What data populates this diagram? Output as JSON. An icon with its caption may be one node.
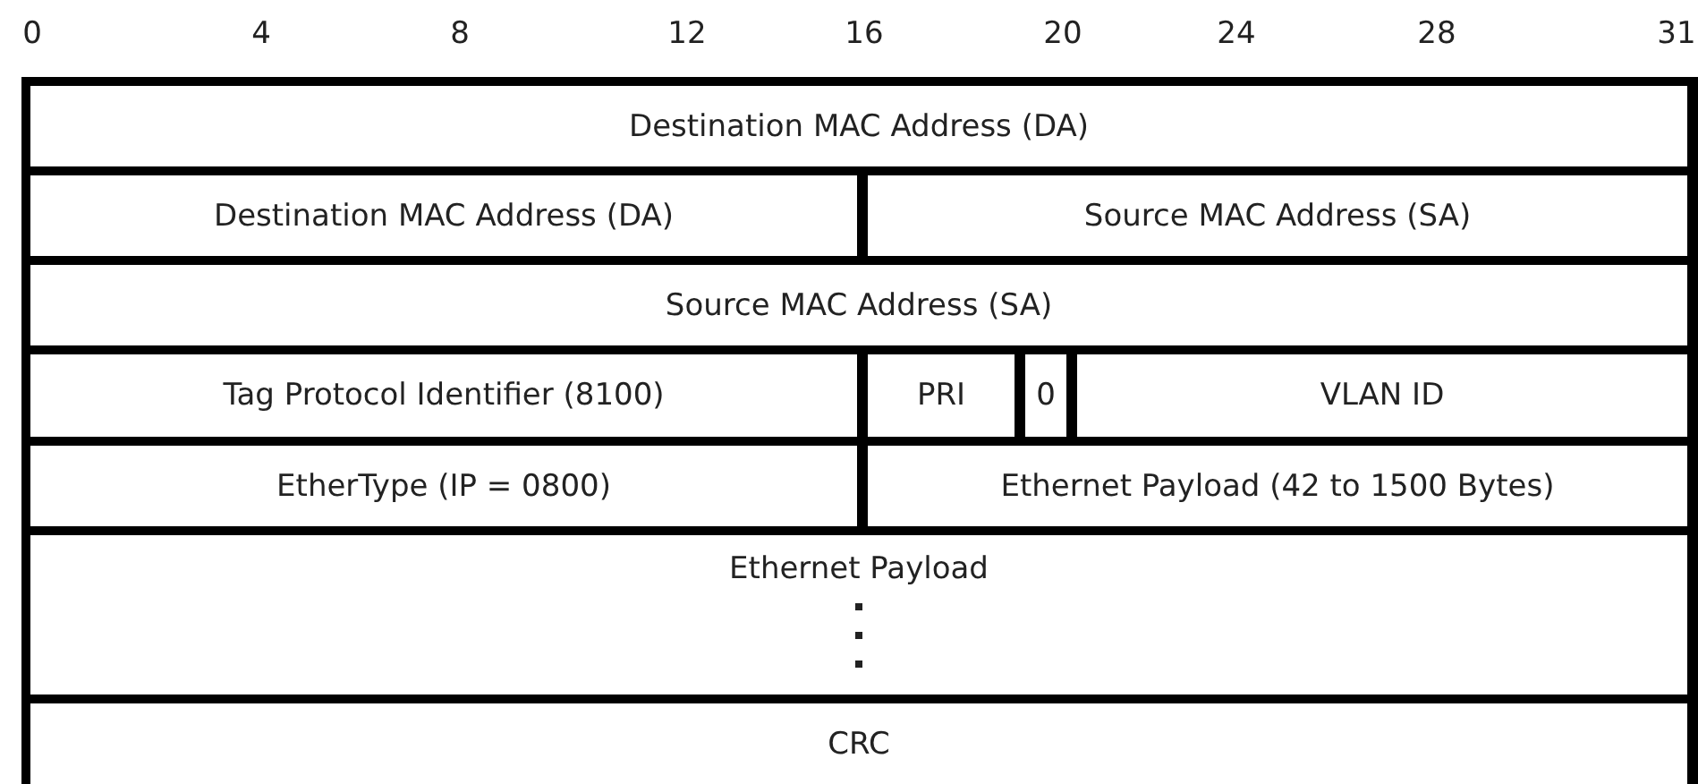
{
  "diagram": {
    "nodes": [
      {
        "text": [
          "Destination MAC Address (DA)"
        ]
      },
      {
        "text": [
          "Destination MAC Address (DA)"
        ]
      },
      {
        "text": [
          "Source MAC Address (SA)"
        ]
      },
      {
        "text": [
          "Source MAC Address (SA)"
        ]
      },
      {
        "text": [
          "Tag Protocol Identifier (8100)"
        ]
      },
      {
        "text": [
          "PRI"
        ]
      },
      {
        "text": [
          "0"
        ]
      },
      {
        "text": [
          "VLAN ID"
        ]
      },
      {
        "text": [
          "EtherType (IP = 0800)"
        ]
      },
      {
        "text": [
          "Ethernet Payload (42 to 1500 Bytes)"
        ]
      },
      {
        "text": [
          "Ethernet Payload"
        ]
      },
      {
        "text": [
          "CRC"
        ]
      }
    ],
    "labels": [
      "0",
      "4",
      "8",
      "12",
      "16",
      "20",
      "24",
      "28",
      "31"
    ]
  }
}
